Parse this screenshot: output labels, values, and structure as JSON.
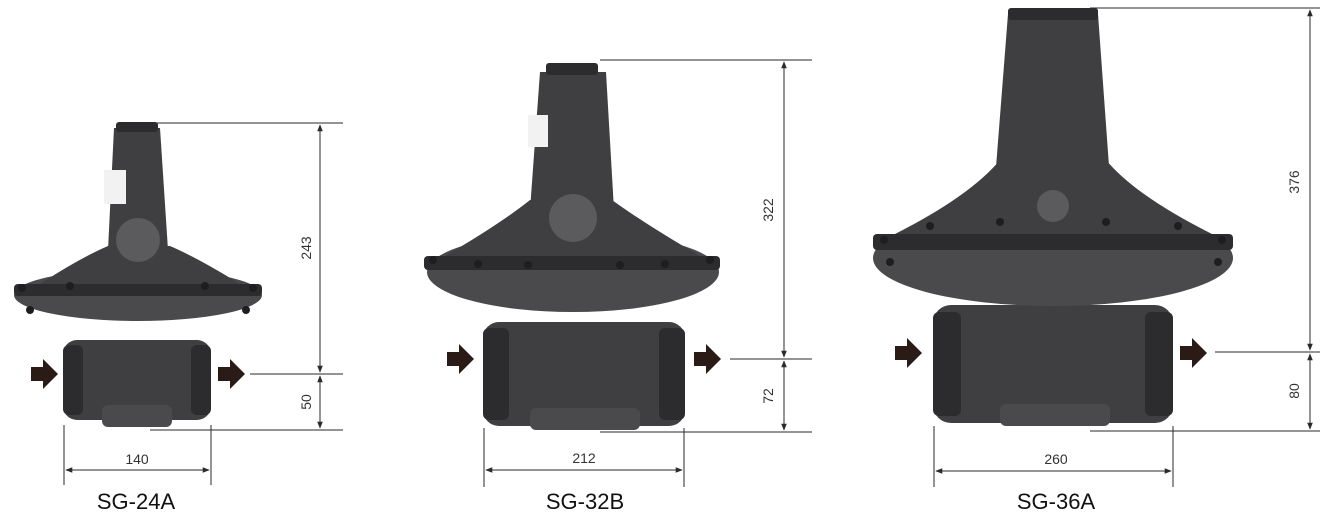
{
  "products": [
    {
      "model": "SG-24A",
      "width": "140",
      "upper_height": "243",
      "lower_height": "50"
    },
    {
      "model": "SG-32B",
      "width": "212",
      "upper_height": "322",
      "lower_height": "72"
    },
    {
      "model": "SG-36A",
      "width": "260",
      "upper_height": "376",
      "lower_height": "80"
    }
  ],
  "colors": {
    "body": "#3f3f41",
    "arrow": "#2b1b17",
    "dimension_line": "#2a2a2a"
  },
  "icons": [
    "flow-arrow-icon",
    "regulator-illustration"
  ]
}
